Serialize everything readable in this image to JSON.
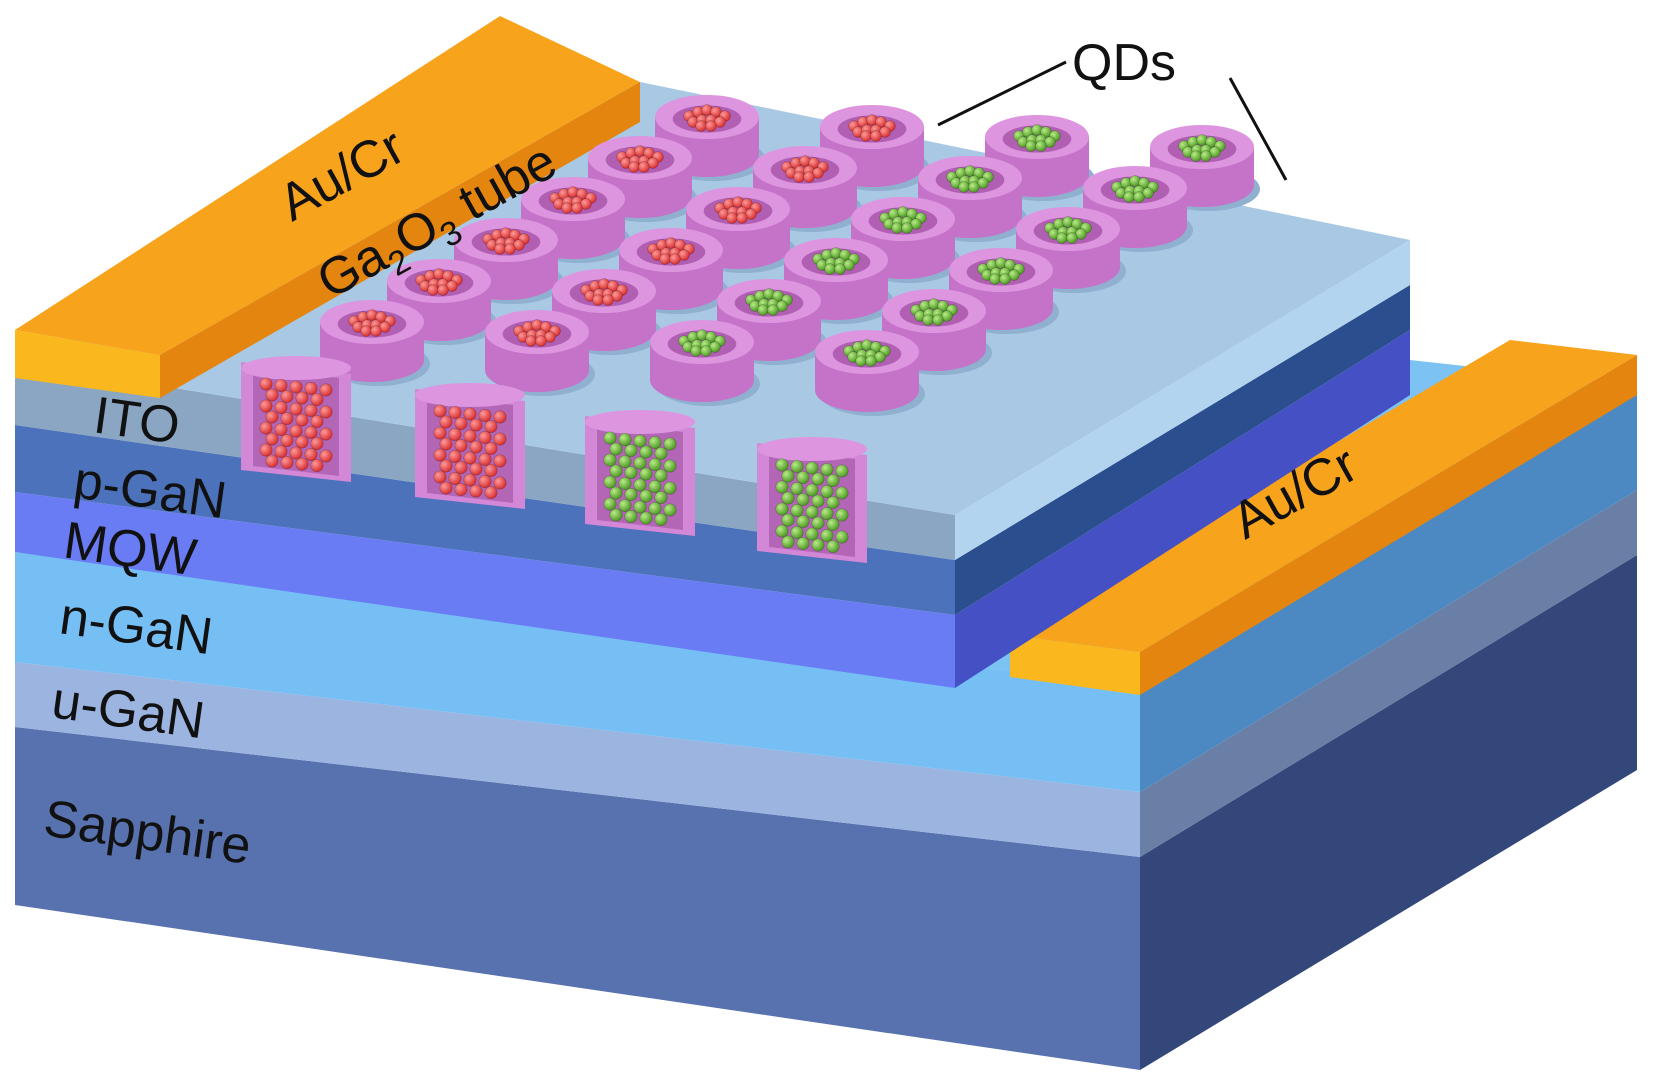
{
  "labels": {
    "electrode_left": "Au/Cr",
    "electrode_right": "Au/Cr",
    "tube": "Ga₂O₃ tube",
    "tube_parts": {
      "prefix": "Ga",
      "sub1": "2",
      "mid": "O",
      "sub2": "3",
      "suffix": " tube"
    },
    "qds": "QDs",
    "layers": [
      "ITO",
      "p-GaN",
      "MQW",
      "n-GaN",
      "u-GaN",
      "Sapphire"
    ]
  },
  "colors": {
    "electrode": "#f8a31c",
    "electrode_dark": "#e4850f",
    "ito": "#8aa6c2",
    "p_gan": "#4b72bb",
    "mqw": "#6a7cf4",
    "n_gan": "#75bff5",
    "u_gan": "#9bb4e0",
    "sapphire": "#5872b0",
    "top_surface": "#a9c8e4",
    "tube": "#d387d7",
    "qd_red": "#e84849",
    "qd_green": "#6cb83a"
  },
  "tube_grid": {
    "rows": 4,
    "cols": 6,
    "qd_color_by_cell": [
      [
        "red",
        "red",
        "red",
        "red",
        "red",
        "red"
      ],
      [
        "red",
        "red",
        "red",
        "red",
        "red",
        "red"
      ],
      [
        "green",
        "green",
        "green",
        "green",
        "green",
        "green"
      ],
      [
        "green",
        "green",
        "green",
        "green",
        "green",
        "green"
      ]
    ],
    "cutaway_row_colors": [
      "red",
      "red",
      "green",
      "green"
    ]
  }
}
